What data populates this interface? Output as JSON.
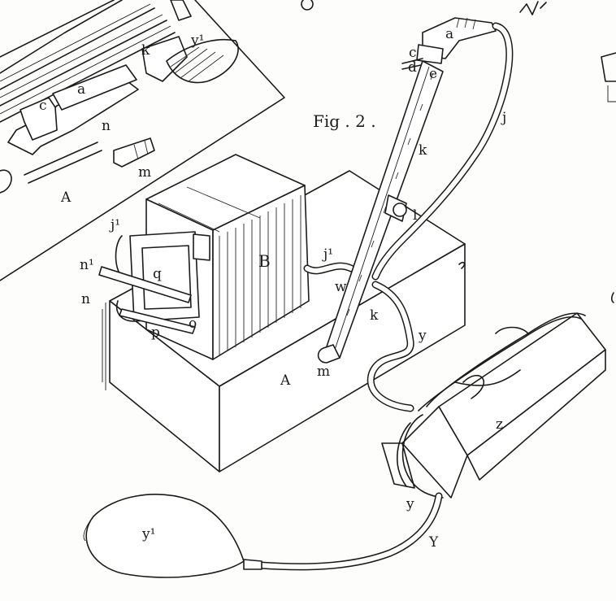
{
  "figure": {
    "caption": "Fig . 2 .",
    "colors": {
      "ink": "#1b1b1b",
      "paper": "#fdfdfb"
    }
  },
  "labels": {
    "box_top_A": "A",
    "box_top_a": "a",
    "box_top_c": "c",
    "box_top_n": "n",
    "box_top_k": "k",
    "box_top_y1": "y¹",
    "box_top_m": "m",
    "B": "B",
    "j1_left": "j¹",
    "n1": "n¹",
    "n": "n",
    "q": "q",
    "p": "p",
    "o": "o",
    "j1_right": "j¹",
    "w": "w",
    "k_mid": "k",
    "m_base": "m",
    "A_base": "A",
    "y_tube": "y",
    "z": "z",
    "y_bottom": "y",
    "Y": "Y",
    "y1_bulb": "y¹",
    "top_a": "a",
    "top_c": "c",
    "top_d": "d",
    "top_e": "e",
    "j": "j",
    "k_upper": "k",
    "l": "l"
  }
}
